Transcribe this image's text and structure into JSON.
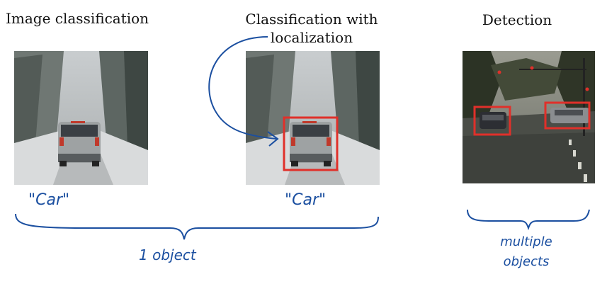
{
  "titles": {
    "image_classification": "Image classification",
    "classification_localization": "Classification with localization",
    "detection": "Detection"
  },
  "annotations": {
    "car_label_1": "\"Car\"",
    "car_label_2": "\"Car\"",
    "one_object": "1 object",
    "multiple_objects": "multiple objects"
  },
  "colors": {
    "bounding_box": "#e0302a",
    "ink": "#1b4fa0"
  }
}
